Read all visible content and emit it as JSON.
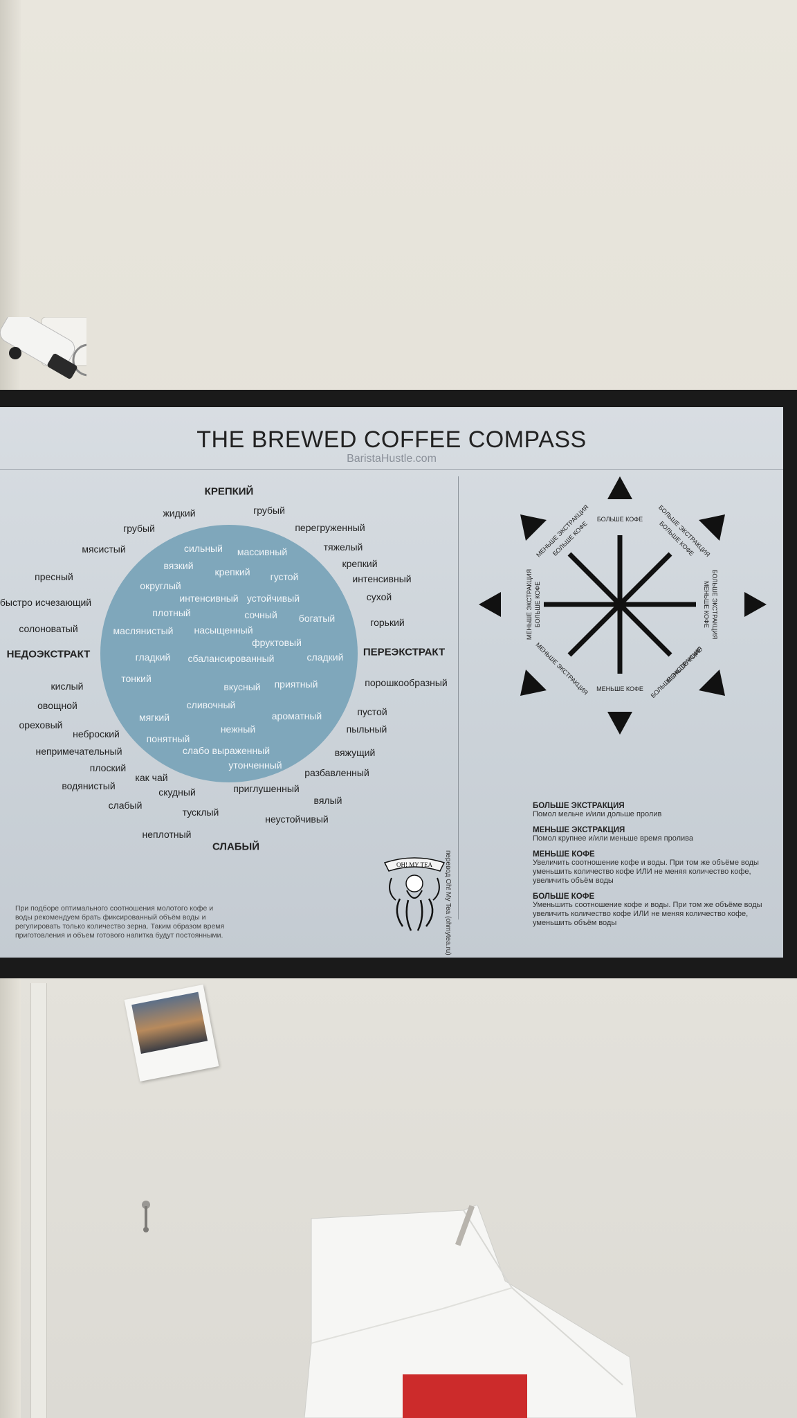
{
  "poster": {
    "title": "THE BREWED COFFEE COMPASS",
    "subtitle": "BaristaHustle.com",
    "axes": {
      "top": "КРЕПКИЙ",
      "bottom": "СЛАБЫЙ",
      "left": "НЕДОЭКСТРАКТ",
      "right": "ПЕРЕЭКСТРАКТ"
    },
    "outer_words": [
      "жидкий",
      "грубый",
      "грубый",
      "перегруженный",
      "мясистый",
      "тяжелый",
      "крепкий",
      "пресный",
      "интенсивный",
      "быстро исчезающий",
      "сухой",
      "солоноватый",
      "горький",
      "кислый",
      "порошкообразный",
      "овощной",
      "пустой",
      "ореховый",
      "пыльный",
      "неброский",
      "непримечательный",
      "вяжущий",
      "плоский",
      "разбавленный",
      "как чай",
      "водянистый",
      "скудный",
      "приглушенный",
      "слабый",
      "вялый",
      "тусклый",
      "неустойчивый",
      "неплотный"
    ],
    "inner_words": [
      "сильный",
      "массивный",
      "вязкий",
      "крепкий",
      "густой",
      "округлый",
      "интенсивный",
      "устойчивый",
      "плотный",
      "сочный",
      "богатый",
      "маслянистый",
      "насыщенный",
      "фруктовый",
      "гладкий",
      "сбалансированный",
      "сладкий",
      "тонкий",
      "вкусный",
      "приятный",
      "сливочный",
      "мягкий",
      "ароматный",
      "нежный",
      "понятный",
      "слабо выраженный",
      "утонченный"
    ],
    "compass": {
      "top": "БОЛЬШЕ КОФЕ",
      "bottom": "МЕНЬШЕ КОФЕ",
      "top_left_1": "МЕНЬШЕ ЭКСТРАКЦИЯ",
      "top_left_2": "БОЛЬШЕ КОФЕ",
      "top_right_1": "БОЛЬШЕ ЭКСТРАКЦИЯ",
      "top_right_2": "БОЛЬШЕ КОФЕ",
      "left": "МЕНЬШЕ ЭКСТРАКЦИЯ",
      "left_2": "БОЛЬШЕ КОФЕ",
      "right": "БОЛЬШЕ ЭКСТРАКЦИЯ",
      "right_2": "МЕНЬШЕ КОФЕ",
      "bottom_left": "МЕНЬШЕ ЭКСТРАКЦИЯ",
      "bottom_right_1": "БОЛЬШЕ ЭКСТРАКЦИЯ",
      "bottom_right_2": "МЕНЬШЕ КОФЕ"
    },
    "legend": [
      {
        "heading": "БОЛЬШЕ ЭКСТРАКЦИЯ",
        "text": "Помол мельче и/или дольше пролив"
      },
      {
        "heading": "МЕНЬШЕ ЭКСТРАКЦИЯ",
        "text": "Помол крупнее и/или меньше время пролива"
      },
      {
        "heading": "МЕНЬШЕ КОФЕ",
        "text": "Увеличить соотношение кофе и воды. При том же объёме воды уменьшить количество кофе ИЛИ не меняя количество кофе, увеличить объём воды"
      },
      {
        "heading": "БОЛЬШЕ КОФЕ",
        "text": "Уменьшить соотношение кофе и воды. При том же объёме воды увеличить количество кофе ИЛИ не меняя количество кофе, уменьшить объём воды"
      }
    ],
    "footnote": "При подборе оптимального соотношения молотого кофе и воды рекомендуем брать фиксированный объём воды и регулировать только количество зерна. Таким образом время приготовления и объем готового напитка будут постоянными.",
    "credit": "перевод Oh! My Tea (ohmytea.ru)",
    "logo_text": "OH! MY TEA"
  },
  "colors": {
    "wall": "#e6e3da",
    "frame": "#1a1a1a",
    "poster": "#d3d9de",
    "circle": "#7fa7bb",
    "bag_label": "#cc2b2b"
  }
}
